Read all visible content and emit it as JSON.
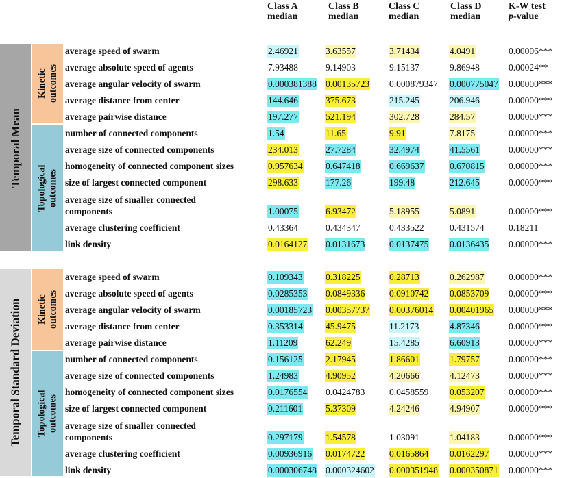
{
  "headers": {
    "a1": "Class A",
    "a2": "median",
    "b1": "Class B",
    "b2": "median",
    "c1": "Class C",
    "c2": "median",
    "d1": "Class D",
    "d2": "median",
    "p1": "K-W test",
    "p2a": "p",
    "p2b": "-value"
  },
  "sections": {
    "mean": "Temporal Mean",
    "std": "Temporal Standard Deviation",
    "kinetic": "Kinetic outcomes",
    "topological": "Topological outcomes"
  },
  "legend_colors": {
    "cyan": "#7ee8f0",
    "yellow": "#faee3c",
    "light_cyan": "#c8f6fa",
    "light_yellow": "#fbf6b4"
  },
  "mean_rows": [
    {
      "label": "average speed of swarm",
      "v": [
        "2.46921",
        "3.63557",
        "3.71434",
        "4.0491"
      ],
      "h": [
        "lc",
        "ly",
        "ly",
        "ly"
      ],
      "p": "0.00006***"
    },
    {
      "label": "average absolute speed of agents",
      "v": [
        "7.93488",
        "9.14903",
        "9.15137",
        "9.86948"
      ],
      "h": [
        "",
        "",
        "",
        ""
      ],
      "p": "0.00024**"
    },
    {
      "label": "average angular velocity of swarm",
      "v": [
        "0.000381388",
        "0.00135723",
        "0.000879347",
        "0.000775047"
      ],
      "h": [
        "c",
        "y",
        "",
        "c"
      ],
      "p": "0.00000***"
    },
    {
      "label": "average distance from center",
      "v": [
        "144.646",
        "375.673",
        "215.245",
        "206.946"
      ],
      "h": [
        "c",
        "y",
        "lc",
        "lc"
      ],
      "p": "0.00000***"
    },
    {
      "label": "average pairwise distance",
      "v": [
        "197.277",
        "521.194",
        "302.728",
        "284.57"
      ],
      "h": [
        "c",
        "y",
        "ly",
        "ly"
      ],
      "p": "0.00000***"
    },
    {
      "label": "number of connected components",
      "v": [
        "1.54",
        "11.65",
        "9.91",
        "7.8175"
      ],
      "h": [
        "c",
        "y",
        "y",
        "ly"
      ],
      "p": "0.00000***"
    },
    {
      "label": "average size of connected components",
      "v": [
        "234.013",
        "27.7284",
        "32.4974",
        "41.5561"
      ],
      "h": [
        "y",
        "c",
        "c",
        "c"
      ],
      "p": "0.00000***"
    },
    {
      "label": "homogeneity of connected component sizes",
      "v": [
        "0.957634",
        "0.647418",
        "0.669637",
        "0.670815"
      ],
      "h": [
        "y",
        "c",
        "c",
        "c"
      ],
      "p": "0.00000***"
    },
    {
      "label": "size of largest connected component",
      "v": [
        "298.633",
        "177.26",
        "199.48",
        "212.645"
      ],
      "h": [
        "y",
        "c",
        "c",
        "c"
      ],
      "p": "0.00000***"
    },
    {
      "label": "average size of smaller connected components",
      "label1": "average size of smaller connected",
      "label2": "components",
      "v": [
        "1.00075",
        "6.93472",
        "5.18955",
        "5.0891"
      ],
      "h": [
        "c",
        "y",
        "ly",
        "ly"
      ],
      "p": "0.00000***"
    },
    {
      "label": "average clustering coefficient",
      "v": [
        "0.43364",
        "0.434347",
        "0.433522",
        "0.431574"
      ],
      "h": [
        "",
        "",
        "",
        ""
      ],
      "p": "0.18211"
    },
    {
      "label": "link density",
      "v": [
        "0.0164127",
        "0.0131673",
        "0.0137475",
        "0.0136435"
      ],
      "h": [
        "y",
        "c",
        "c",
        "c"
      ],
      "p": "0.00000***"
    }
  ],
  "std_rows": [
    {
      "label": "average speed of swarm",
      "v": [
        "0.109343",
        "0.318225",
        "0.28713",
        "0.262987"
      ],
      "h": [
        "c",
        "y",
        "y",
        "ly"
      ],
      "p": "0.00000***"
    },
    {
      "label": "average absolute speed of agents",
      "v": [
        "0.0285353",
        "0.0849336",
        "0.0910742",
        "0.0853709"
      ],
      "h": [
        "c",
        "y",
        "y",
        "y"
      ],
      "p": "0.00000***"
    },
    {
      "label": "average angular velocity of swarm",
      "v": [
        "0.00185723",
        "0.00357737",
        "0.00376014",
        "0.00401965"
      ],
      "h": [
        "c",
        "y",
        "y",
        "y"
      ],
      "p": "0.00000***"
    },
    {
      "label": "average distance from center",
      "v": [
        "0.353314",
        "45.9475",
        "11.2173",
        "4.87346"
      ],
      "h": [
        "c",
        "y",
        "lc",
        "c"
      ],
      "p": "0.00000***"
    },
    {
      "label": "average pairwise distance",
      "v": [
        "1.11209",
        "62.249",
        "15.4285",
        "6.60913"
      ],
      "h": [
        "c",
        "y",
        "lc",
        "c"
      ],
      "p": "0.00000***"
    },
    {
      "label": "number of connected components",
      "v": [
        "0.156125",
        "2.17945",
        "1.86601",
        "1.79757"
      ],
      "h": [
        "c",
        "y",
        "y",
        "y"
      ],
      "p": "0.00000***"
    },
    {
      "label": "average size of connected components",
      "v": [
        "1.24983",
        "4.90952",
        "4.20666",
        "4.12473"
      ],
      "h": [
        "c",
        "y",
        "ly",
        "ly"
      ],
      "p": "0.00000***"
    },
    {
      "label": "homogeneity of connected component sizes",
      "v": [
        "0.0176554",
        "0.0424783",
        "0.0458559",
        "0.053207"
      ],
      "h": [
        "c",
        "",
        "",
        "y"
      ],
      "p": "0.00000***"
    },
    {
      "label": "size of largest connected component",
      "v": [
        "0.211601",
        "5.37309",
        "4.24246",
        "4.94907"
      ],
      "h": [
        "c",
        "y",
        "ly",
        "ly"
      ],
      "p": "0.00000***"
    },
    {
      "label": "average size of smaller connected components",
      "label1": "average size of smaller connected",
      "label2": "components",
      "v": [
        "0.297179",
        "1.54578",
        "1.03091",
        "1.04183"
      ],
      "h": [
        "c",
        "y",
        "",
        "ly"
      ],
      "p": "0.00000***"
    },
    {
      "label": "average clustering coefficient",
      "v": [
        "0.00936916",
        "0.0174722",
        "0.0165864",
        "0.0162297"
      ],
      "h": [
        "c",
        "y",
        "y",
        "y"
      ],
      "p": "0.00000***"
    },
    {
      "label": "link density",
      "v": [
        "0.000306748",
        "0.000324602",
        "0.000351948",
        "0.000350871"
      ],
      "h": [
        "c",
        "lc",
        "y",
        "y"
      ],
      "p": "0.00000***"
    }
  ]
}
